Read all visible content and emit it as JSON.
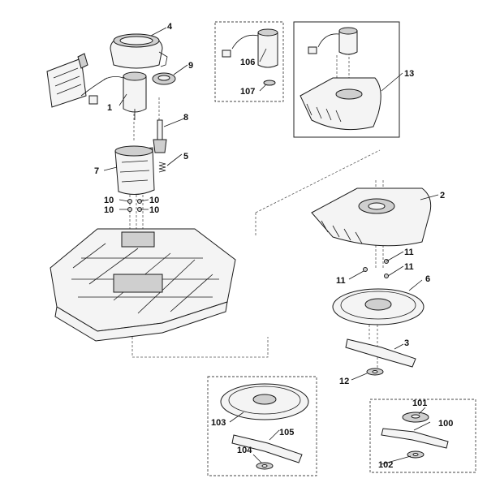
{
  "callouts": {
    "c1": "1",
    "c2": "2",
    "c3": "3",
    "c4": "4",
    "c5": "5",
    "c6": "6",
    "c7": "7",
    "c8": "8",
    "c9": "9",
    "c10a": "10",
    "c10b": "10",
    "c10c": "10",
    "c10d": "10",
    "c11a": "11",
    "c11b": "11",
    "c11c": "11",
    "c12": "12",
    "c13": "13",
    "c100": "100",
    "c101": "101",
    "c102": "102",
    "c103": "103",
    "c104": "104",
    "c105": "105",
    "c106": "106",
    "c107": "107"
  }
}
